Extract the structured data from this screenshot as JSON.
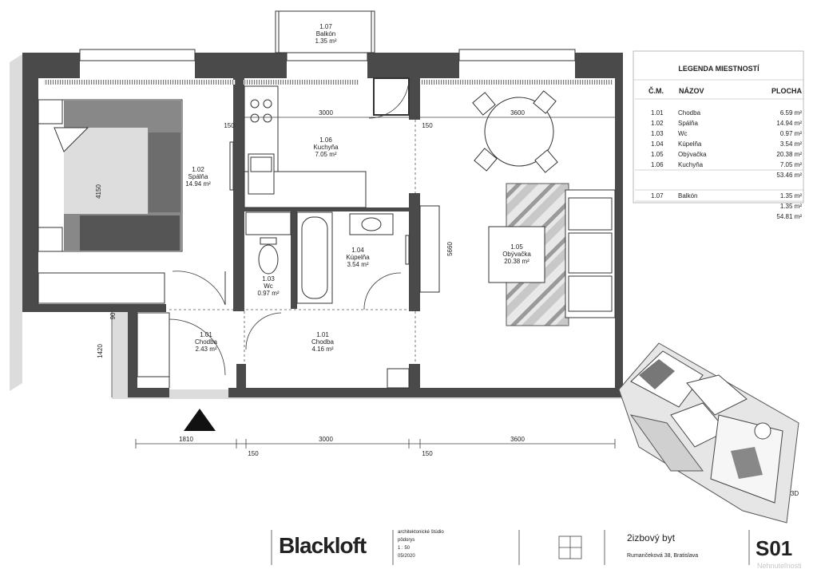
{
  "rooms": [
    {
      "id": "1.07",
      "name": "Balkón",
      "area": "1.35 m²"
    },
    {
      "id": "1.06",
      "name": "Kuchyňa",
      "area": "7.05 m²"
    },
    {
      "id": "1.02",
      "name": "Spálňa",
      "area": "14.94 m²"
    },
    {
      "id": "1.05",
      "name": "Obývačka",
      "area": "20.38 m²"
    },
    {
      "id": "1.03",
      "name": "Wc",
      "area": "0.97 m²"
    },
    {
      "id": "1.04",
      "name": "Kúpelňa",
      "area": "3.54 m²"
    },
    {
      "id": "1.01",
      "name": "Chodba",
      "area": "2.43 m²"
    },
    {
      "id": "1.01",
      "name": "Chodba",
      "area": "4.16 m²"
    }
  ],
  "dimensions": {
    "top_left": "150",
    "top_mid": "3000",
    "top_right_gap": "150",
    "table": "3600",
    "bed_height": "4150",
    "living_height": "5660",
    "corridor_gap": "90",
    "corridor_height": "1420",
    "bottom": [
      "1810",
      "3000",
      "3600"
    ],
    "bottom_small": [
      "150",
      "150"
    ]
  },
  "legend": {
    "title": "LEGENDA MIESTNOSTÍ",
    "headers": [
      "Č.M.",
      "NÁZOV",
      "PLOCHA"
    ],
    "rows": [
      [
        "1.01",
        "Chodba",
        "6.59 m²"
      ],
      [
        "1.02",
        "Spálňa",
        "14.94 m²"
      ],
      [
        "1.03",
        "Wc",
        "0.97 m²"
      ],
      [
        "1.04",
        "Kúpelňa",
        "3.54 m²"
      ],
      [
        "1.05",
        "Obývačka",
        "20.38 m²"
      ],
      [
        "1.06",
        "Kuchyňa",
        "7.05 m²"
      ]
    ],
    "subtotal": "53.46 m²",
    "balcony_row": [
      "1.07",
      "Balkón",
      "1.35 m²"
    ],
    "balcony_total": "1.35 m²",
    "total": "54.81 m²"
  },
  "view_label": "3D",
  "titleblock": {
    "logo": "Blackloft",
    "studio": "architektonické štúdio",
    "drawing": "pôdorys",
    "scale": "1 : 50",
    "date": "05/2020",
    "project": "2izbový byt",
    "address": "Rumančeková 38, Bratislava",
    "sheet": "S01"
  },
  "watermark": "Nehnuteľnosti"
}
